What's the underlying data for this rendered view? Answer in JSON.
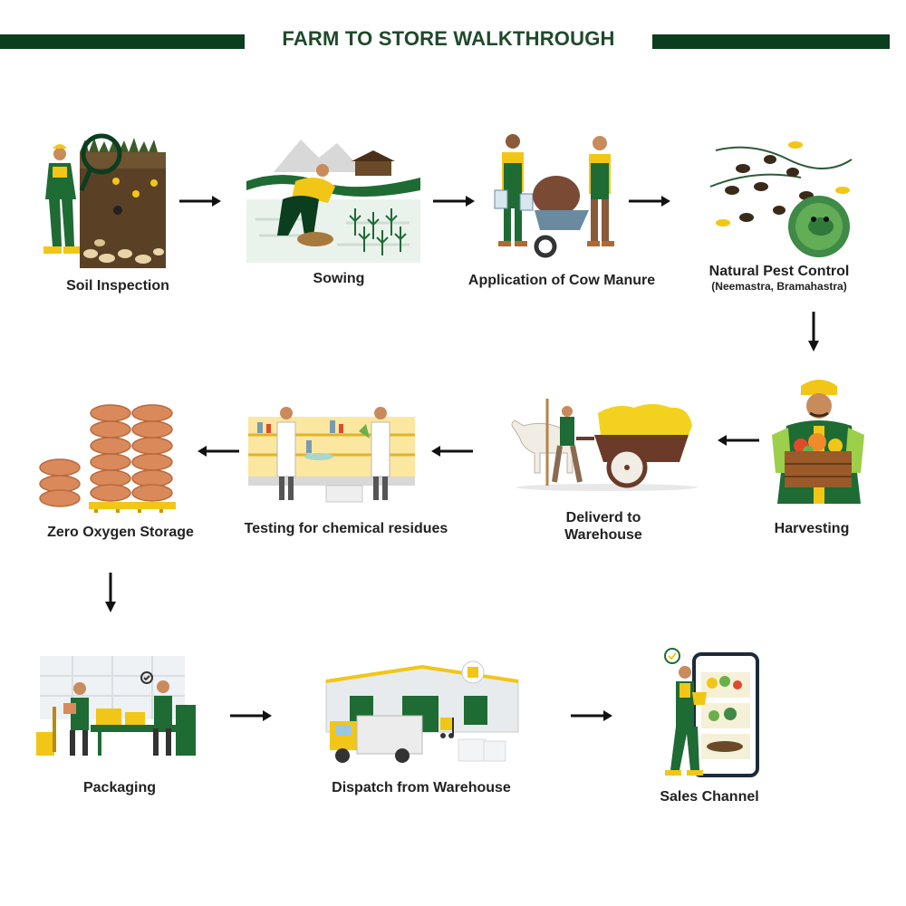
{
  "title": "FARM TO STORE WALKTHROUGH",
  "colors": {
    "dark_green": "#0b3d1f",
    "green": "#1e6b34",
    "yellow": "#f2c617",
    "brown": "#8a5a3a",
    "sack": "#d9895a"
  },
  "steps": [
    {
      "id": "soil_inspection",
      "label": "Soil Inspection",
      "icon": "soil-inspection-icon"
    },
    {
      "id": "sowing",
      "label": "Sowing",
      "icon": "sowing-icon"
    },
    {
      "id": "cow_manure",
      "label": "Application of Cow Manure",
      "icon": "wheelbarrow-manure-icon"
    },
    {
      "id": "pest_control",
      "label": "Natural Pest Control",
      "sublabel": "(Neemastra, Bramahastra)",
      "icon": "insects-frog-icon"
    },
    {
      "id": "harvesting",
      "label": "Harvesting",
      "icon": "farmer-vegetable-crate-icon"
    },
    {
      "id": "delivered",
      "label": "Deliverd to",
      "label_line2": "Warehouse",
      "icon": "bullock-cart-icon"
    },
    {
      "id": "testing",
      "label": "Testing for chemical residues",
      "icon": "laboratory-icon"
    },
    {
      "id": "storage",
      "label": "Zero Oxygen Storage",
      "icon": "sack-stack-icon"
    },
    {
      "id": "packaging",
      "label": "Packaging",
      "icon": "packaging-workers-icon"
    },
    {
      "id": "dispatch",
      "label": "Dispatch from Warehouse",
      "icon": "warehouse-truck-icon"
    },
    {
      "id": "sales",
      "label": "Sales Channel",
      "icon": "mobile-shop-icon"
    }
  ],
  "arrows": [
    {
      "from": "soil_inspection",
      "to": "sowing",
      "direction": "right"
    },
    {
      "from": "sowing",
      "to": "cow_manure",
      "direction": "right"
    },
    {
      "from": "cow_manure",
      "to": "pest_control",
      "direction": "right"
    },
    {
      "from": "pest_control",
      "to": "harvesting",
      "direction": "down"
    },
    {
      "from": "harvesting",
      "to": "delivered",
      "direction": "left"
    },
    {
      "from": "delivered",
      "to": "testing",
      "direction": "left"
    },
    {
      "from": "testing",
      "to": "storage",
      "direction": "left"
    },
    {
      "from": "storage",
      "to": "packaging",
      "direction": "down"
    },
    {
      "from": "packaging",
      "to": "dispatch",
      "direction": "right"
    },
    {
      "from": "dispatch",
      "to": "sales",
      "direction": "right"
    }
  ]
}
